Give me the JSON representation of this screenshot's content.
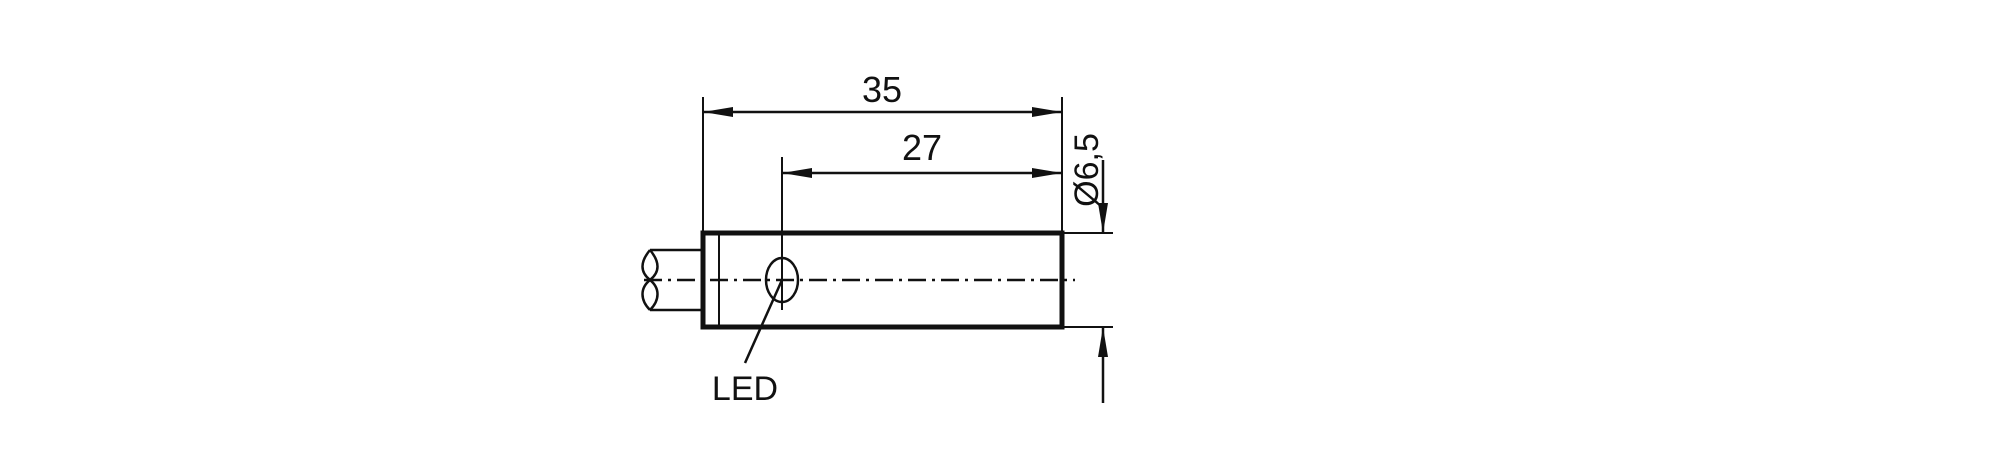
{
  "drawing": {
    "dimension_length_total": "35",
    "dimension_led_position": "27",
    "dimension_diameter": "Ø6,5",
    "led_label": "LED"
  },
  "colors": {
    "line": "#111111",
    "background": "#ffffff"
  }
}
